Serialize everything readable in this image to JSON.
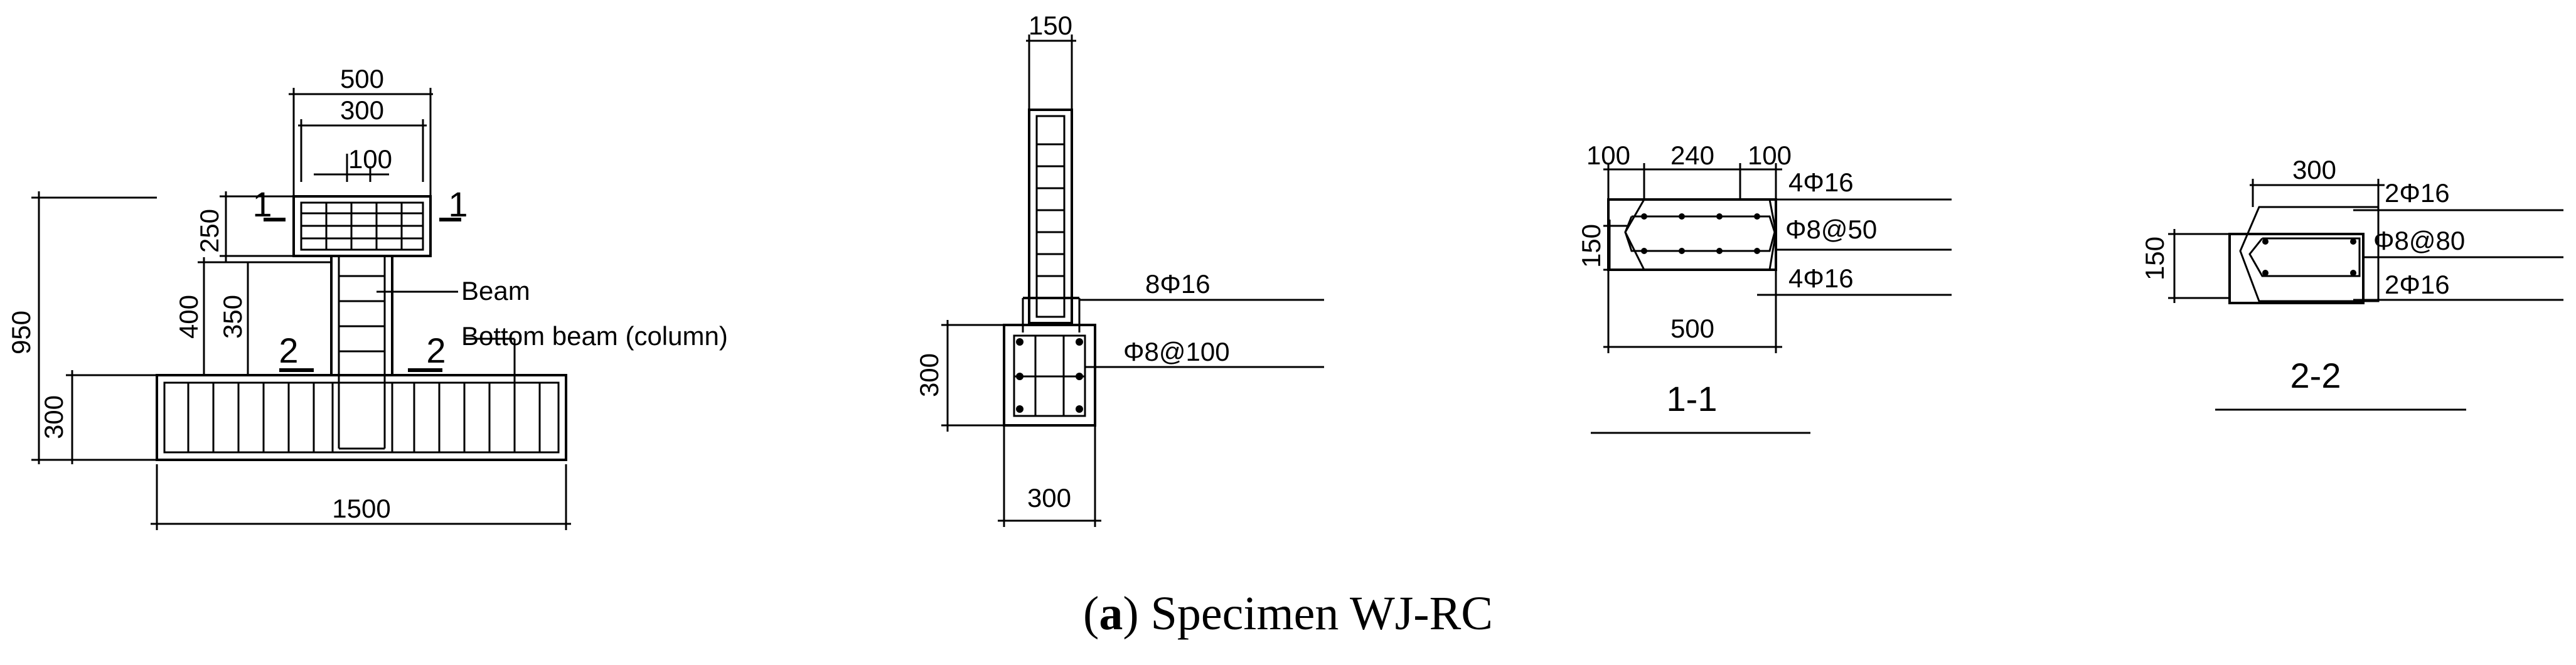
{
  "caption": {
    "tag": "a",
    "text": "Specimen WJ-RC"
  },
  "elevation": {
    "dims": {
      "d500": "500",
      "d300": "300",
      "d100": "100",
      "d250": "250",
      "d950": "950",
      "d400": "400",
      "d350": "350",
      "d300b": "300",
      "d1500": "1500"
    },
    "labels": {
      "beam": "Beam",
      "bottom_beam": "Bottom beam (column)"
    },
    "cuts": {
      "c1": "1",
      "c2": "2"
    }
  },
  "side": {
    "dims": {
      "d150": "150",
      "d300v": "300",
      "d300h": "300"
    },
    "rebar": {
      "long": "8Φ16",
      "stirrup": "Φ8@100"
    }
  },
  "section_1_1": {
    "title": "1-1",
    "dims": {
      "d100a": "100",
      "d240": "240",
      "d100b": "100",
      "d150": "150",
      "d500": "500"
    },
    "rebar": {
      "top": "4Φ16",
      "stirrup": "Φ8@50",
      "bottom": "4Φ16"
    }
  },
  "section_2_2": {
    "title": "2-2",
    "dims": {
      "d300": "300",
      "d150": "150"
    },
    "rebar": {
      "top": "2Φ16",
      "stirrup": "Φ8@80",
      "bottom": "2Φ16"
    }
  }
}
